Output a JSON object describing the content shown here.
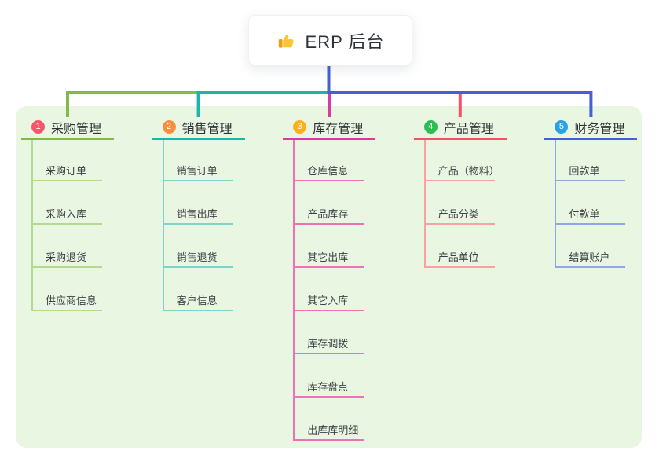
{
  "root": {
    "label": "ERP 后台",
    "icon": "thumbs-up-icon"
  },
  "colors": {
    "panel_background": "#e9f6e2",
    "root_connector": "#4460d4"
  },
  "branches": [
    {
      "index": "1",
      "label": "采购管理",
      "badge_color": "#f4566e",
      "line_color": "#82ba45",
      "item_line_color": "#b3db8f",
      "items": [
        "采购订单",
        "采购入库",
        "采购退货",
        "供应商信息"
      ]
    },
    {
      "index": "2",
      "label": "销售管理",
      "badge_color": "#fb8d3f",
      "line_color": "#1db4ab",
      "item_line_color": "#7ed3cc",
      "items": [
        "销售订单",
        "销售出库",
        "销售退货",
        "客户信息"
      ]
    },
    {
      "index": "3",
      "label": "库存管理",
      "badge_color": "#fcaf17",
      "line_color": "#d93ba0",
      "item_line_color": "#ef72b8",
      "items": [
        "仓库信息",
        "产品库存",
        "其它出库",
        "其它入库",
        "库存调拨",
        "库存盘点",
        "出库库明细"
      ]
    },
    {
      "index": "4",
      "label": "产品管理",
      "badge_color": "#2ebd55",
      "line_color": "#f25365",
      "item_line_color": "#f8a2a6",
      "items": [
        "产品（物料）",
        "产品分类",
        "产品单位"
      ]
    },
    {
      "index": "5",
      "label": "财务管理",
      "badge_color": "#2aa1e5",
      "line_color": "#4460d4",
      "item_line_color": "#90a7e5",
      "items": [
        "回款单",
        "付款单",
        "结算账户"
      ]
    }
  ]
}
